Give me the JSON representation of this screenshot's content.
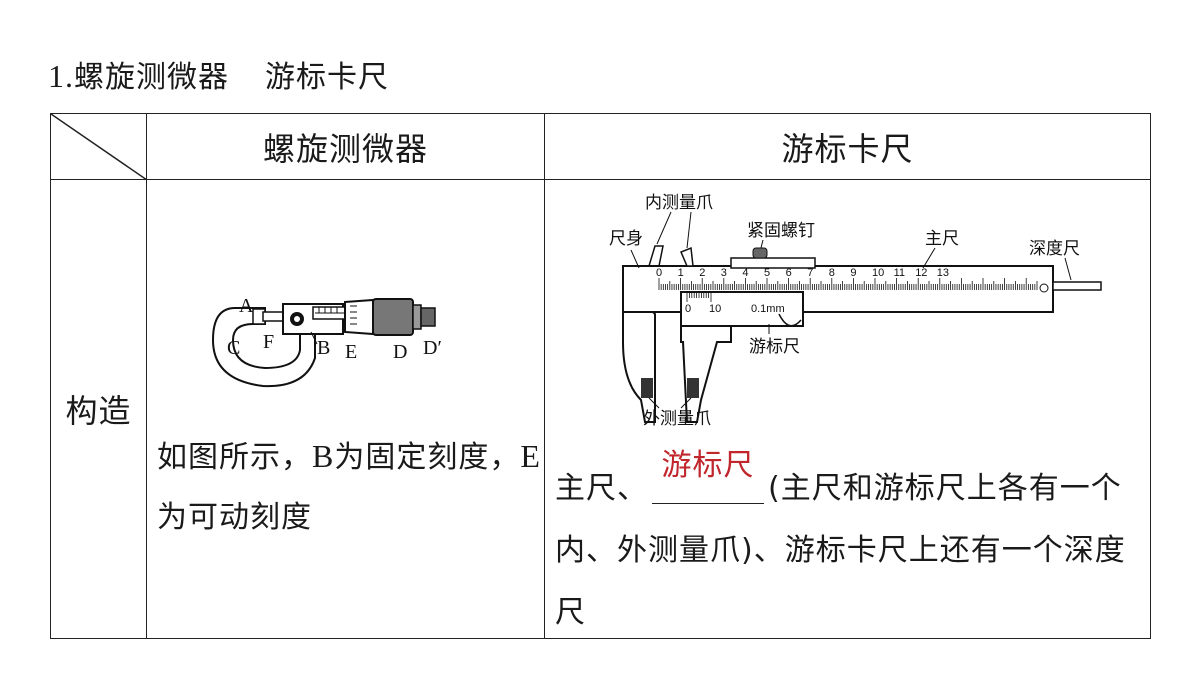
{
  "heading": {
    "number": "1.",
    "title_micrometer": "螺旋测微器",
    "title_caliper": "游标卡尺"
  },
  "table": {
    "col_micrometer": "螺旋测微器",
    "col_caliper": "游标卡尺",
    "row_label": "构造"
  },
  "micrometer": {
    "labels": {
      "A": "A",
      "C": "C",
      "F": "F",
      "B": "B",
      "E": "E",
      "D": "D",
      "Dp": "D′"
    },
    "desc_part1": "如图所示，",
    "desc_b": "B",
    "desc_part2": "为固定刻度，",
    "desc_e": "E",
    "desc_part3": "为可动刻度"
  },
  "caliper": {
    "labels": {
      "inner_jaws": "内测量爪",
      "body": "尺身",
      "lock_screw": "紧固螺钉",
      "main_scale": "主尺",
      "depth_rod": "深度尺",
      "vernier": "游标尺",
      "outer_jaws": "外测量爪",
      "precision": "0.1mm"
    },
    "main_ticks": [
      "0",
      "1",
      "2",
      "3",
      "4",
      "5",
      "6",
      "7",
      "8",
      "9",
      "10",
      "11",
      "12",
      "13"
    ],
    "vernier_ticks": [
      "0",
      "10"
    ],
    "desc_prefix": "主尺、",
    "blank_answer": "游标尺",
    "desc_suffix": "(主尺和游标尺上各有一个内、外测量爪)、游标卡尺上还有一个深度尺"
  },
  "colors": {
    "answer": "#c0262c",
    "border": "#222222"
  }
}
